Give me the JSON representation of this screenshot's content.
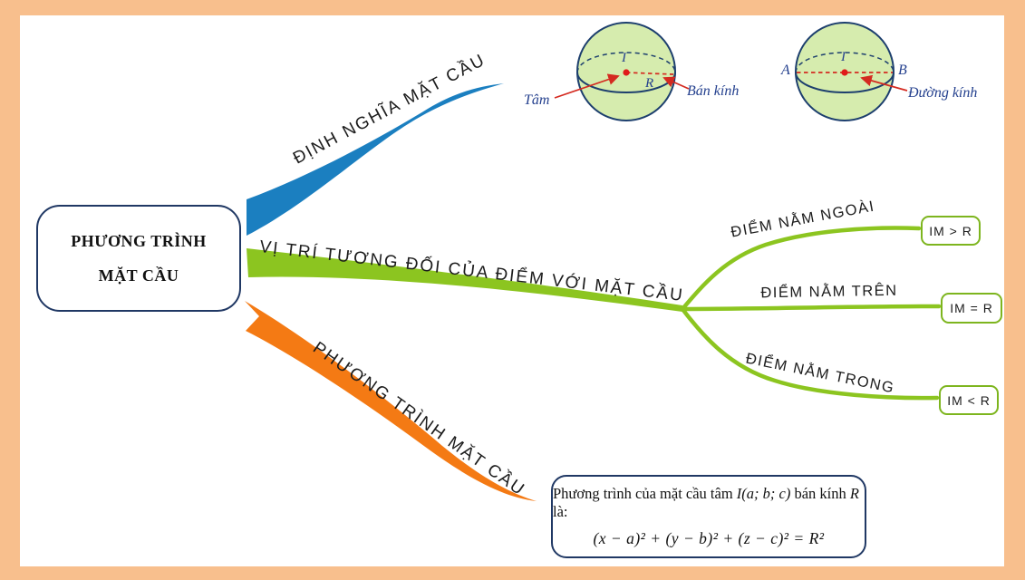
{
  "root_node": {
    "line1": "PHƯƠNG TRÌNH",
    "line2": "MẶT CẦU"
  },
  "branches": {
    "definition": {
      "label": "ĐỊNH NGHĨA MẶT CẦU",
      "color": "#1b7fc0"
    },
    "position": {
      "label": "VỊ TRÍ TƯƠNG ĐỐI CỦA ĐIỂM VỚI MẶT CẦU",
      "color": "#8cc520",
      "children": [
        {
          "label": "ĐIỂM NẰM NGOÀI",
          "value": "IM > R"
        },
        {
          "label": "ĐIỂM NẰM TRÊN",
          "value": "IM = R"
        },
        {
          "label": "ĐIỂM NẰM TRONG",
          "value": "IM < R"
        }
      ]
    },
    "equation": {
      "label": "PHƯƠNG TRÌNH MẶT CẦU",
      "color": "#f47a14"
    }
  },
  "sphere_radius_figure": {
    "center_label": "I",
    "radius_label": "R",
    "callout_center": "Tâm",
    "callout_radius": "Bán kính"
  },
  "sphere_diameter_figure": {
    "center_label": "I",
    "point_a": "A",
    "point_b": "B",
    "callout_diameter": "Đường kính"
  },
  "formula_box": {
    "intro_parts": [
      "Phương trình của mặt cầu tâm ",
      "I(a; b; c)",
      " bán kính ",
      "R",
      " là:"
    ],
    "equation": "(x − a)² + (y − b)² + (z − c)² = R²"
  },
  "colors": {
    "frame": "#f8bf8d",
    "navy": "#203864",
    "sphere_fill": "#d6ecae",
    "sphere_stroke": "#1d3f6e",
    "red": "#d42a20",
    "figure_label": "#24408e"
  }
}
